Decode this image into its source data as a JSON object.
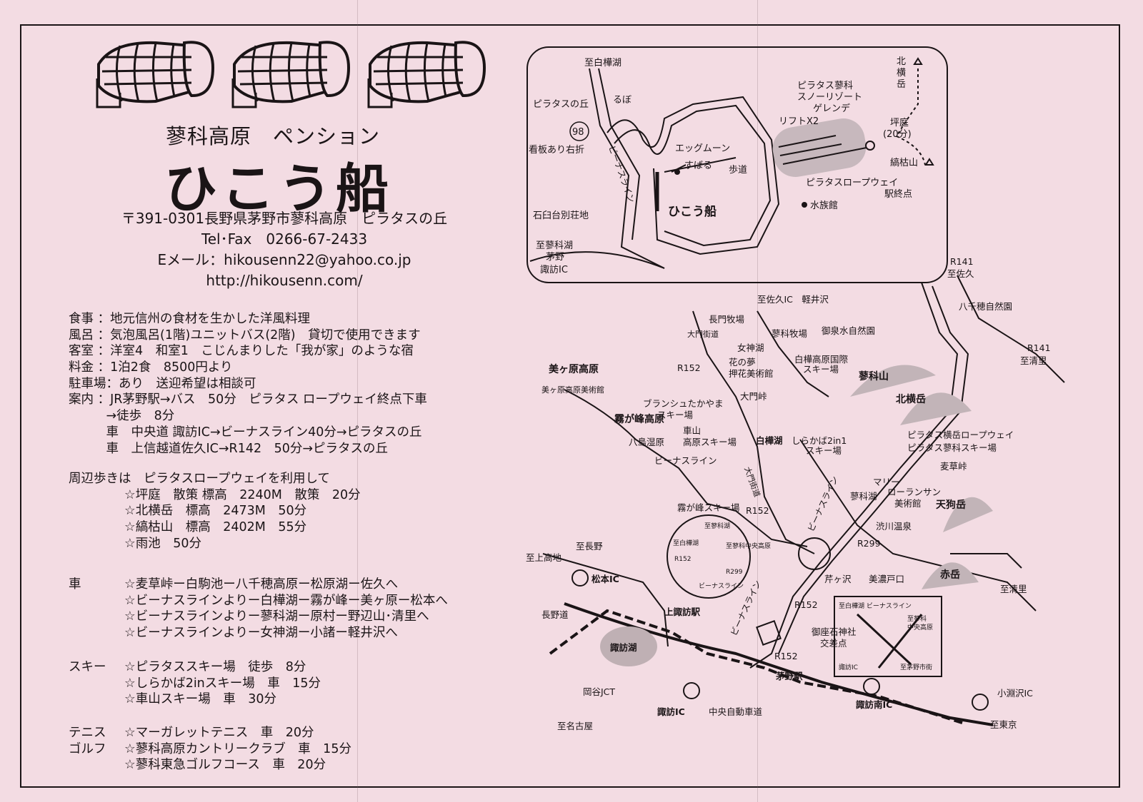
{
  "header": {
    "subtitle": "蓼科高原　ペンション",
    "brand_name": "ひこう船",
    "address": "〒391-0301長野県茅野市蓼科高原　ピラタスの丘",
    "tel": "Tel･Fax　0266-67-2433",
    "email": "Eメール：hikousenn22@yahoo.co.jp",
    "url": "http://hikousenn.com/"
  },
  "info": [
    "食事 ：地元信州の食材を生かした洋風料理",
    "風呂 ：気泡風呂(1階)ユニットバス(2階)　貸切で使用できます",
    "客室 ：洋室4　和室1　こじんまりした「我が家」のような宿",
    "料金 ：1泊2食　8500円より",
    "駐車場：あり　送迎希望は相談可",
    "案内 ：JR茅野駅→バス　50分　ピラタス ロープウェイ終点下車",
    "　　　→徒歩　8分",
    "　　　車　中央道 諏訪IC→ビーナスライン40分→ピラタスの丘",
    "　　　車　上信越道佐久IC→R142　50分→ピラタスの丘"
  ],
  "walks": {
    "intro": "周辺歩きは　ピラタスロープウェイを利用して",
    "items": [
      "☆坪庭　散策 標高　2240M　散策　20分",
      "☆北横岳　標高　2473M　50分",
      "☆縞枯山　標高　2402M　55分",
      "☆雨池　50分"
    ]
  },
  "car": {
    "label": "車",
    "items": [
      "☆麦草峠ー白駒池ー八千穂高原ー松原湖ー佐久へ",
      "☆ビーナスラインよりー白樺湖ー霧が峰ー美ヶ原ー松本へ",
      "☆ビーナスラインよりー蓼科湖ー原村ー野辺山･清里へ",
      "☆ビーナスラインよりー女神湖ー小諸ー軽井沢へ"
    ]
  },
  "ski": {
    "label": "スキー",
    "items": [
      "☆ピラタススキー場　徒歩　8分",
      "☆しらかば2inスキー場　車　15分",
      "☆車山スキー場　車　30分"
    ]
  },
  "sports": {
    "tennis_label": "テニス",
    "golf_label": "ゴルフ",
    "items": [
      "☆マーガレットテニス　車　20分",
      "☆蓼科高原カントリークラブ　車　15分",
      "☆蓼科東急ゴルフコース　車　20分"
    ]
  },
  "map_detail": {
    "to_shirakaba": "至白樺湖",
    "piratas_oka": "ピラタスの丘",
    "rubo": "るぼ",
    "route98": "98",
    "signboard": "看板あり右折",
    "venus_line": "ビーナスライン",
    "egg_moon": "エッグムーン",
    "subaru": "すばる",
    "hodo": "歩道",
    "hikousen": "ひこう船",
    "ishiusudai": "石臼台別荘地",
    "to_tateshina": "至蓼科湖",
    "chino": "茅野",
    "suwa_ic": "諏訪IC",
    "resort1": "ピラタス蓼科",
    "resort2": "スノーリゾート",
    "resort3": "ゲレンデ",
    "lift": "リフトX2",
    "ropeway_station1": "ピラタスロープウェイ",
    "ropeway_station2": "駅終点",
    "aquarium": "水族館",
    "kitayoko1": "北",
    "kitayoko2": "横",
    "kitayoko3": "岳",
    "tsuboniwa": "坪庭",
    "tsuboniwa_time": "(20分)",
    "shimagare": "縞枯山"
  },
  "map_area": {
    "r141_top": "R141",
    "to_saku": "至佐久",
    "to_saku_ic": "至佐久IC　軽井沢",
    "yachiho": "八千穂自然園",
    "r141_right": "R141",
    "to_kiyosato_top": "至清里",
    "nagato": "長門牧場",
    "daimon": "大門街道",
    "tateshina_farm": "蓼科牧場",
    "gosensui": "御泉水自然園",
    "megami": "女神湖",
    "hananoyume1": "花の夢",
    "hananoyume2": "押花美術館",
    "shirakaba_ski1": "白樺高原国際",
    "shirakaba_ski2": "スキー場",
    "tateshina_mt": "蓼科山",
    "utsukushi": "美ヶ原高原",
    "utsukushi_museum": "美ヶ原高原美術館",
    "r152_a": "R152",
    "branche1": "ブランシュたかやま",
    "branche2": "スキー場",
    "daimon_pass": "大門峠",
    "kitayoko": "北横岳",
    "kirigamine": "霧が峰高原",
    "yashima": "八島湿原",
    "kurumayama1": "車山",
    "kurumayama2": "高原スキー場",
    "shirakaba_lake": "白樺湖",
    "shirakaba2in1": "しらかば2in1",
    "shirakaba2in1b": "スキー場",
    "piratas_ropeway": "ピラタス横岳ロープウェイ",
    "piratas_ski": "ピラタス蓼科スキー場",
    "venus_line": "ビーナスライン",
    "mugikusa": "麦草峠",
    "daimon2": "大門街道",
    "marie": "マリー",
    "tateshina_lake": "蓼科湖",
    "laurencin1": "ローランサン",
    "laurencin2": "美術館",
    "tengu": "天狗岳",
    "kirigamine_ski": "霧が峰スキー場",
    "r152_b": "R152",
    "venus_line2": "ビーナスライン",
    "shibu": "渋川温泉",
    "r299": "R299",
    "to_kamikochi": "至上高地",
    "to_nagano": "至長野",
    "matsumoto_ic": "松本IC",
    "serizawa": "芹ヶ沢",
    "minotoguchi": "美濃戸口",
    "akadake": "赤岳",
    "to_kiyosato": "至清里",
    "inset_tateshina": "至蓼科湖",
    "inset_shirakaba": "至白樺湖",
    "inset_chuo": "至蓼科中央高原",
    "inset_r152": "R152",
    "inset_r299": "R299",
    "inset_venus": "ビーナスライン",
    "r152_c": "R152",
    "nagano_road": "長野道",
    "kamisuwa": "上諏訪駅",
    "venus_line3": "ビーナスライン",
    "gosa1": "御座石神社",
    "gosa2": "交差点",
    "box_top": "至白樺湖 ビーナスライン",
    "box_chuo1": "至蓼科",
    "box_chuo2": "中央高原",
    "box_suwa": "諏訪IC",
    "box_chino": "至茅野市街",
    "suwako": "諏訪湖",
    "r152_d": "R152",
    "chino_station": "茅野駅",
    "okaya": "岡谷JCT",
    "suwa_ic": "諏訪IC",
    "chuo_exp": "中央自動車道",
    "suwa_minami": "諏訪南IC",
    "kobuchizawa": "小淵沢IC",
    "to_nagoya": "至名古屋",
    "to_tokyo": "至東京"
  }
}
